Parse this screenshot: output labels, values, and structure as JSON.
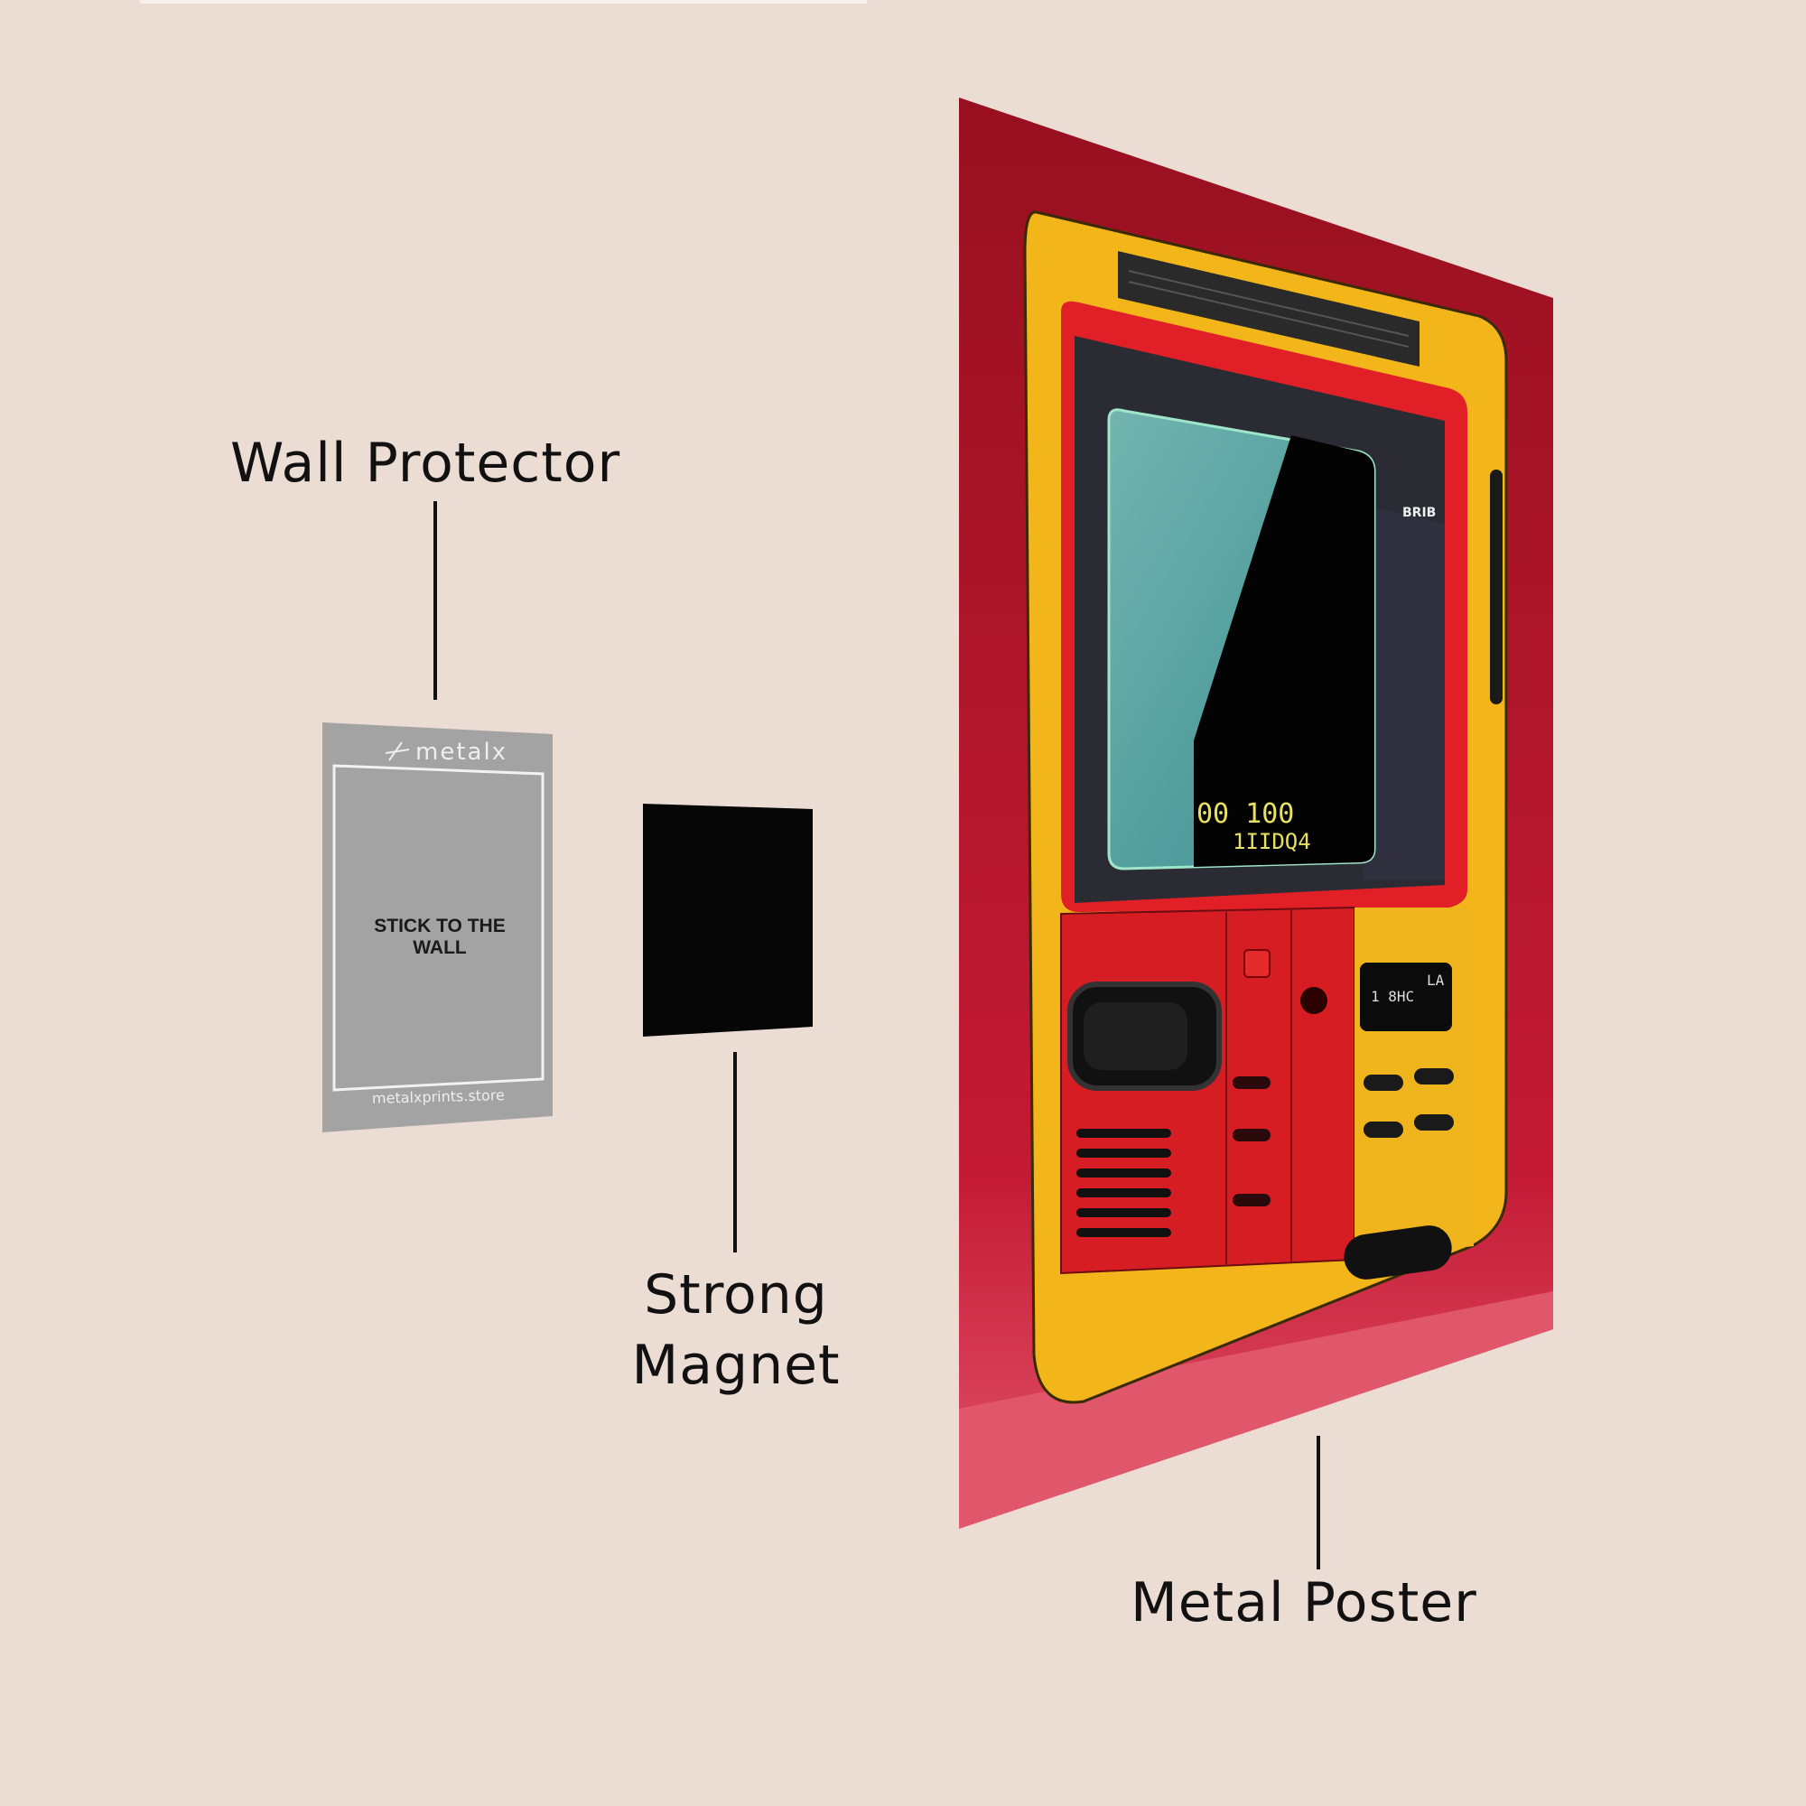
{
  "labels": {
    "wall_protector": "Wall Protector",
    "strong_magnet_line1": "Strong",
    "strong_magnet_line2": "Magnet",
    "metal_poster": "Metal Poster"
  },
  "protector": {
    "brand": "metalx",
    "instruction": "STICK TO THE WALL",
    "url": "metalxprints.store"
  },
  "poster": {
    "screen_readout_top": "00 100",
    "screen_readout_bottom": "1IIDQ4",
    "side_label": "BRIB",
    "lcd_line1": "1 8HC",
    "lcd_line2": "LA"
  },
  "colors": {
    "background": "#ebdcd4",
    "poster_red": "#b0142a",
    "device_yellow": "#f2b61a",
    "device_red": "#d91e26",
    "screen_teal": "#5ea7a5",
    "protector_gray": "#a2a2a2",
    "magnet_black": "#050505"
  }
}
